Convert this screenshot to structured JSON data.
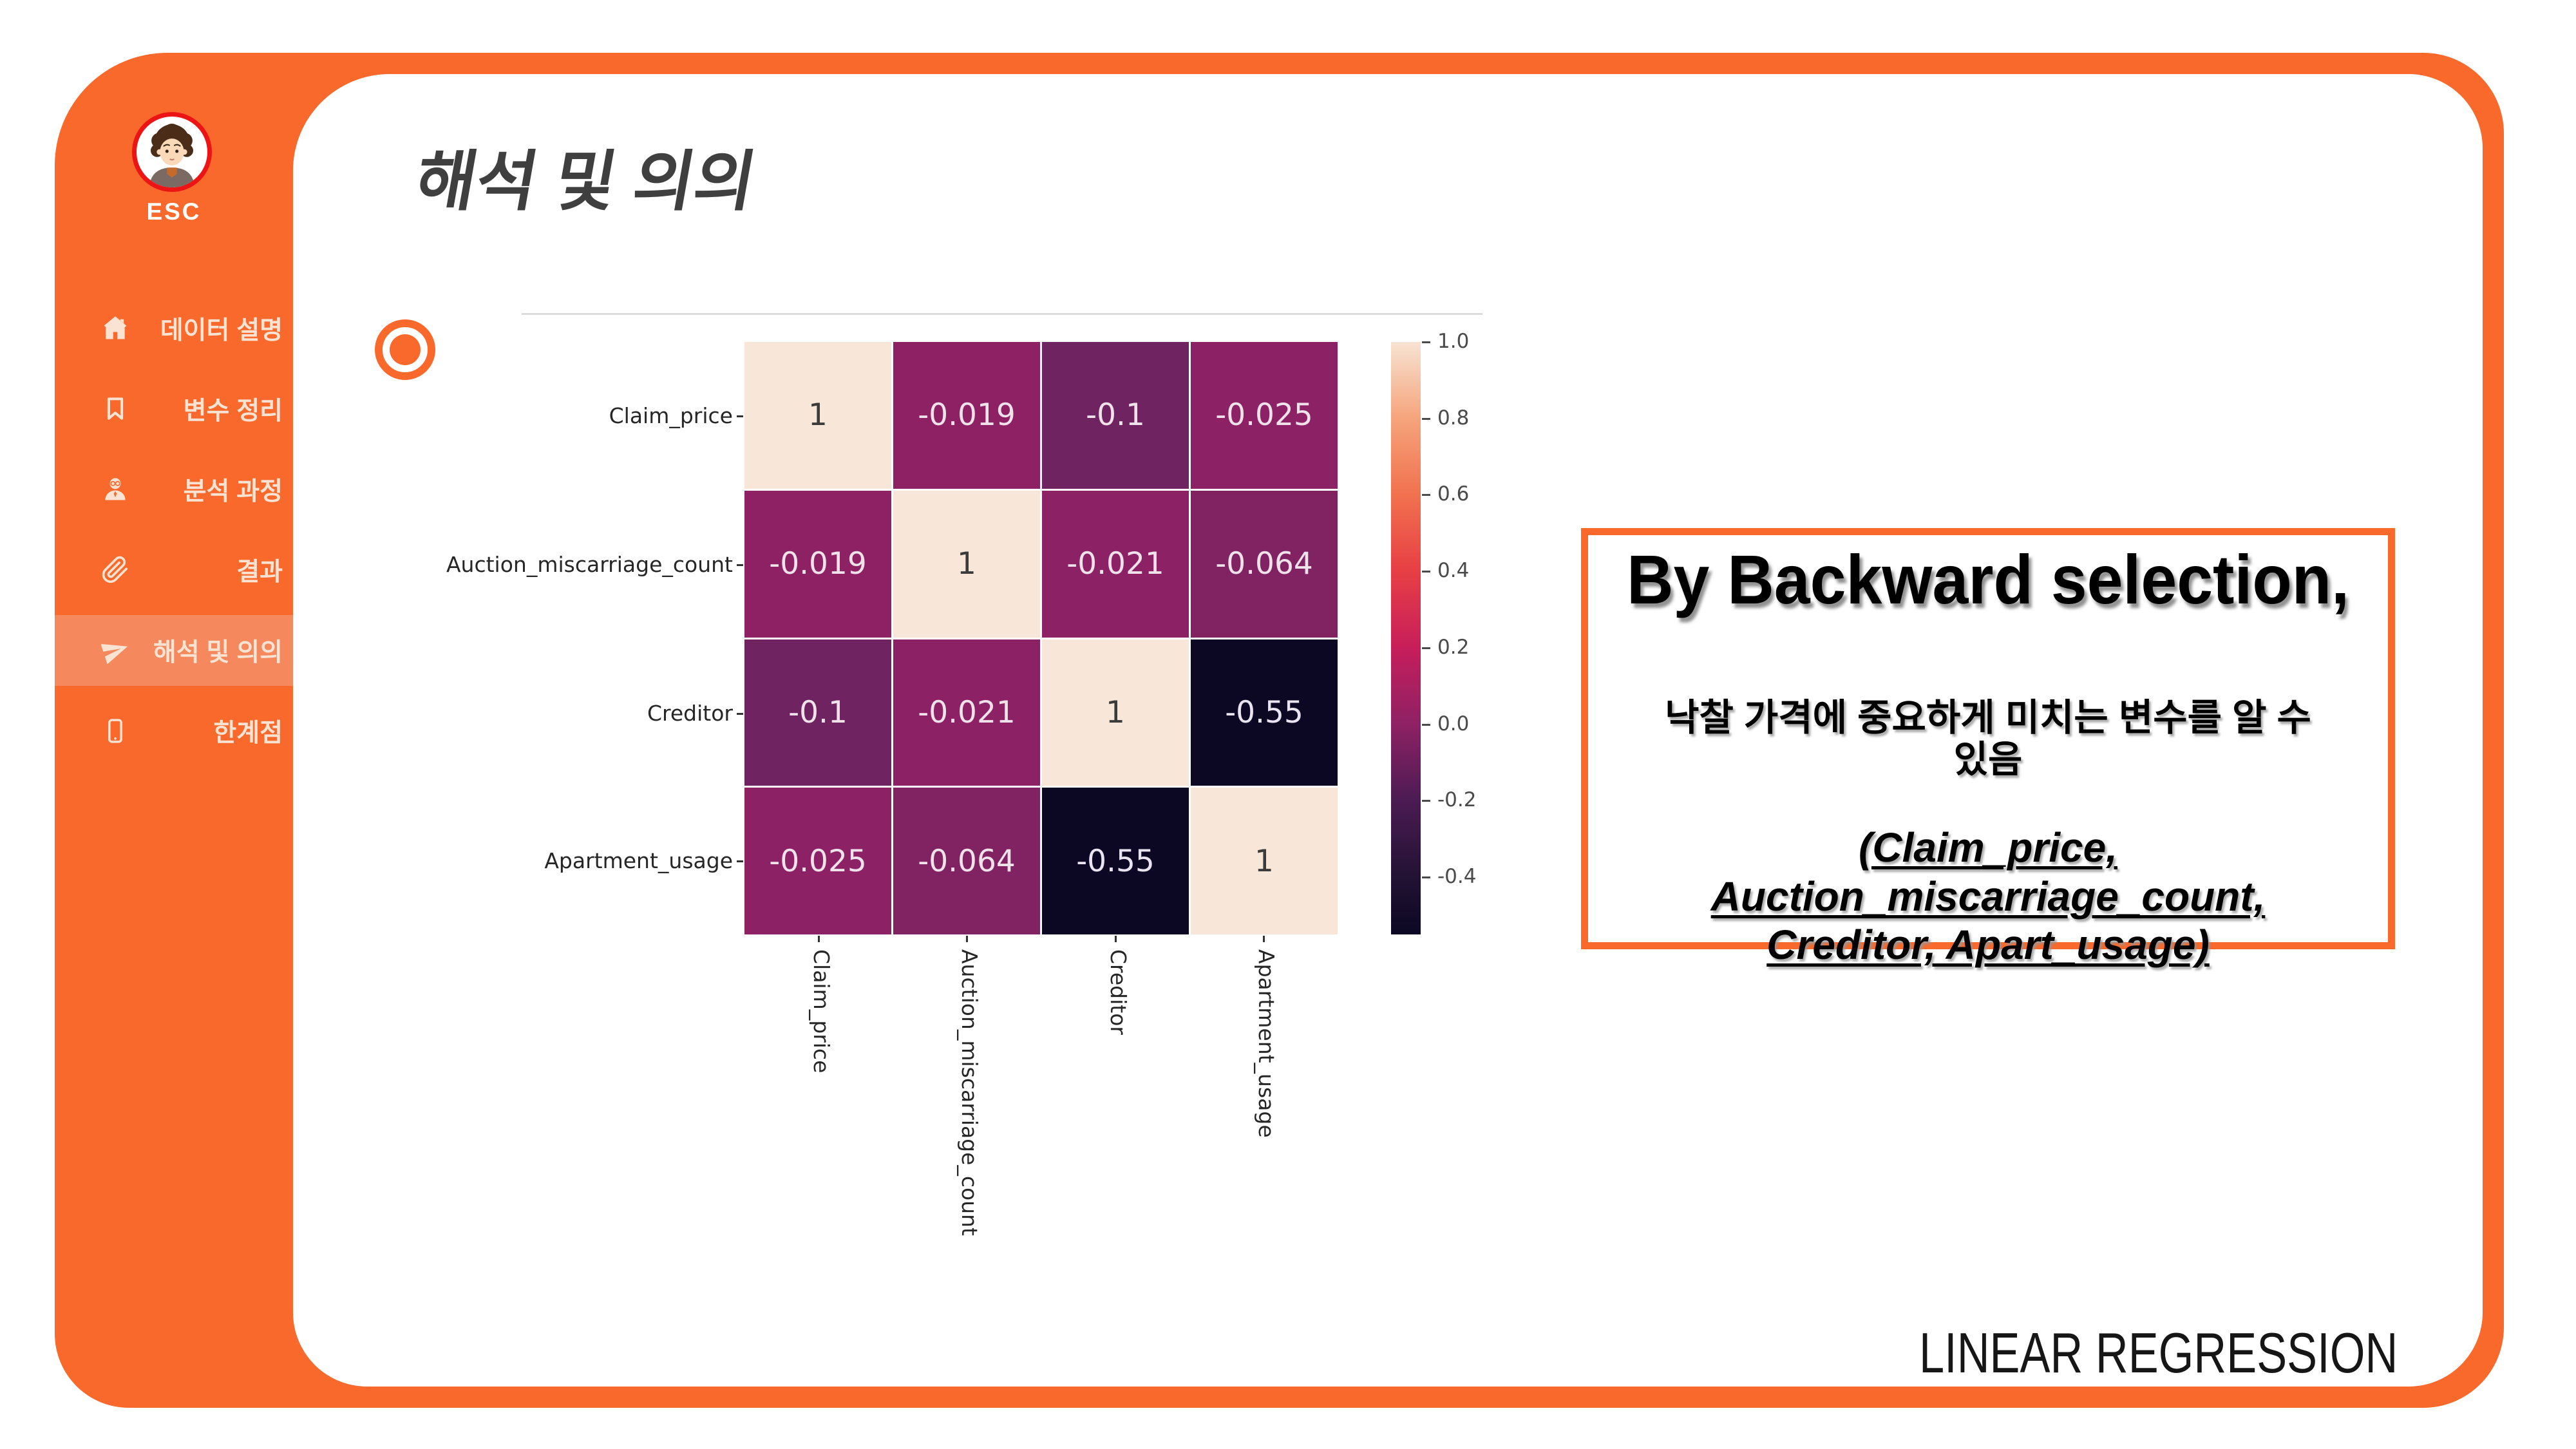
{
  "colors": {
    "accent_orange": "#F8692B",
    "sidebar_highlight": "#F5885C",
    "sidebar_text": "#FBE3D3",
    "avatar_ring_red": "#EC1414",
    "title_gray": "#3F3F3F",
    "axis_label": "#262626",
    "tick_label": "#4a4a4a"
  },
  "sidebar": {
    "avatar_label": "ESC",
    "items": [
      {
        "label": "데이터 설명",
        "icon": "home-icon",
        "active": false
      },
      {
        "label": "변수 정리",
        "icon": "bookmark-icon",
        "active": false
      },
      {
        "label": "분석 과정",
        "icon": "analyst-person-icon",
        "active": false
      },
      {
        "label": "결과",
        "icon": "paperclip-icon",
        "active": false
      },
      {
        "label": "해석 및 의의",
        "icon": "paper-plane-icon",
        "active": true
      },
      {
        "label": "한계점",
        "icon": "mobile-phone-icon",
        "active": false
      }
    ]
  },
  "main": {
    "title": "해석 및 의의",
    "footer": "LINEAR REGRESSION"
  },
  "callout": {
    "heading": "By Backward selection,",
    "body_lines": [
      "낙찰 가격에 중요하게 미치는 변수를 알 수",
      "있음"
    ],
    "list_lines": [
      "(Claim_price,",
      "Auction_miscarriage_count,",
      "Creditor, Apart_usage)"
    ],
    "list_prefix": "(",
    "list_suffix": ")"
  },
  "chart_data": {
    "type": "heatmap",
    "title": "",
    "categories": [
      "Claim_price",
      "Auction_miscarriage_count",
      "Creditor",
      "Apartment_usage"
    ],
    "matrix": [
      [
        1,
        -0.019,
        -0.1,
        -0.025
      ],
      [
        -0.019,
        1,
        -0.021,
        -0.064
      ],
      [
        -0.1,
        -0.021,
        1,
        -0.55
      ],
      [
        -0.025,
        -0.064,
        -0.55,
        1
      ]
    ],
    "colormap": "rocket",
    "colorbar_range": [
      -0.55,
      1.0
    ],
    "colorbar_ticks": [
      1.0,
      0.8,
      0.6,
      0.4,
      0.2,
      0.0,
      -0.2,
      -0.4
    ],
    "grid": false,
    "legend_position": "right"
  },
  "heatmap": {
    "row_labels": [
      "Claim_price",
      "Auction_miscarriage_count",
      "Creditor",
      "Apartment_usage"
    ],
    "col_labels": [
      "Claim_price",
      "Auction_miscarriage_count",
      "Creditor",
      "Apartment_usage"
    ],
    "cells": [
      {
        "v": "1",
        "bg": "#F8E7D8",
        "fg": "#3B3B3B"
      },
      {
        "v": "-0.019",
        "bg": "#8E2164",
        "fg": "#EFE2E9"
      },
      {
        "v": "-0.1",
        "bg": "#6F2360",
        "fg": "#EFE2E9"
      },
      {
        "v": "-0.025",
        "bg": "#8C2166",
        "fg": "#EFE2E9"
      },
      {
        "v": "-0.019",
        "bg": "#8E2164",
        "fg": "#EFE2E9"
      },
      {
        "v": "1",
        "bg": "#F8E7D8",
        "fg": "#3B3B3B"
      },
      {
        "v": "-0.021",
        "bg": "#8D2165",
        "fg": "#EFE2E9"
      },
      {
        "v": "-0.064",
        "bg": "#812363",
        "fg": "#EFE2E9"
      },
      {
        "v": "-0.1",
        "bg": "#6F2360",
        "fg": "#EFE2E9"
      },
      {
        "v": "-0.021",
        "bg": "#8D2165",
        "fg": "#EFE2E9"
      },
      {
        "v": "1",
        "bg": "#F8E7D8",
        "fg": "#3B3B3B"
      },
      {
        "v": "-0.55",
        "bg": "#0C0823",
        "fg": "#E9E4EF"
      },
      {
        "v": "-0.025",
        "bg": "#8C2166",
        "fg": "#EFE2E9"
      },
      {
        "v": "-0.064",
        "bg": "#812363",
        "fg": "#EFE2E9"
      },
      {
        "v": "-0.55",
        "bg": "#0C0823",
        "fg": "#E9E4EF"
      },
      {
        "v": "1",
        "bg": "#F8E7D8",
        "fg": "#3B3B3B"
      }
    ]
  },
  "colorbar": {
    "ticks": [
      "1.0",
      "0.8",
      "0.6",
      "0.4",
      "0.2",
      "0.0",
      "-0.2",
      "-0.4"
    ],
    "gradient": [
      "#F7E3D2 0%",
      "#F5A47C 12.9%",
      "#F1714E 25.8%",
      "#E73F45 38.7%",
      "#C71E5B 51.6%",
      "#8E2164 64.5%",
      "#4B1B53 77.4%",
      "#221233 90.3%",
      "#0C0823 100%"
    ]
  }
}
